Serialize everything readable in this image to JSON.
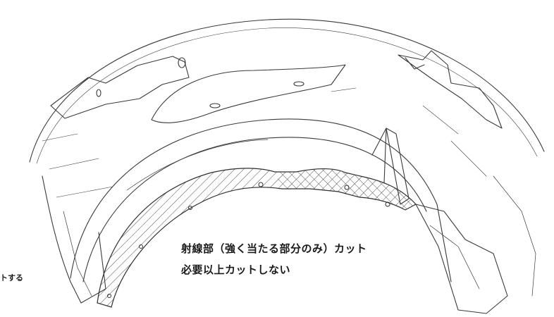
{
  "annotations": {
    "line1": "射線部（強く当たる部分のみ）カット",
    "line2": "必要以上カットしない",
    "left_fragment": "トする"
  },
  "colors": {
    "line": "#3a3a3a",
    "hatch": "#4a4a4a",
    "background": "#ffffff"
  }
}
